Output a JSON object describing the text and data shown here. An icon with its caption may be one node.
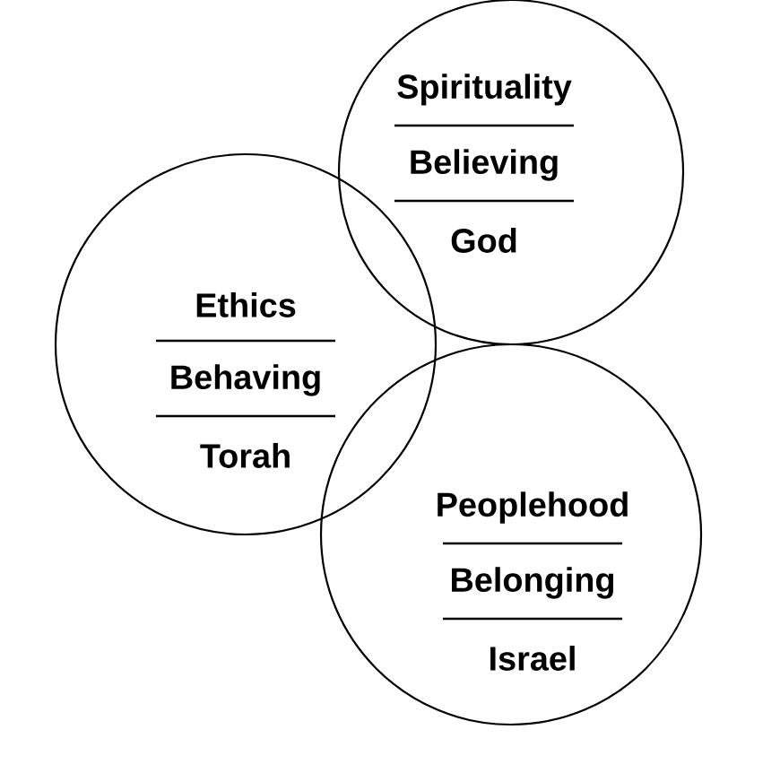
{
  "diagram": {
    "nodes": [
      {
        "text": [
          "Spirituality",
          "Believing",
          "God"
        ]
      },
      {
        "text": [
          "Ethics",
          "Behaving",
          "Torah"
        ]
      },
      {
        "text": [
          "Peoplehood",
          "Belonging",
          "Israel"
        ]
      }
    ]
  }
}
